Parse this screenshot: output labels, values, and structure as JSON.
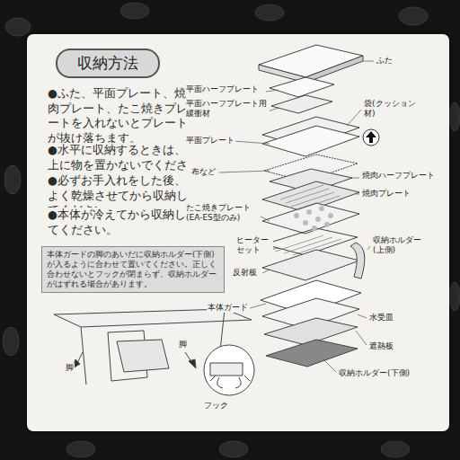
{
  "diagram": {
    "title": "収納方法",
    "nodes": [
      {
        "text": [
          "本体ガードの脚のあいだに収納ホルダー(下側)が入るように合わせて置いてください。正しく合わせないとフックが閉まらず、収納ホルダーがはずれる場合があります。"
        ]
      }
    ],
    "labels": [
      "●ふた、平面プレート、焼肉プレート、たこ焼きプレートを入れないとプレートが抜け落ちます。",
      "●水平に収納するときは、上に物を置かないでください。",
      "●必ずお手入れをした後、よく乾燥させてから収納してください。",
      "●本体が冷えてから収納してください。",
      "ふた",
      "平面ハーフプレート",
      "平面ハーフプレート用緩衝材",
      "袋(クッション材)",
      "平面プレート",
      "布など",
      "焼肉ハーフプレート",
      "焼肉プレート",
      "たこ焼きプレート(EA-ES型のみ)",
      "ヒーターセット",
      "収納ホルダー(上側)",
      "反射板",
      "本体ガード",
      "水受皿",
      "遮熱板",
      "収納ホルダー(下側)",
      "脚",
      "脚",
      "フック"
    ]
  }
}
